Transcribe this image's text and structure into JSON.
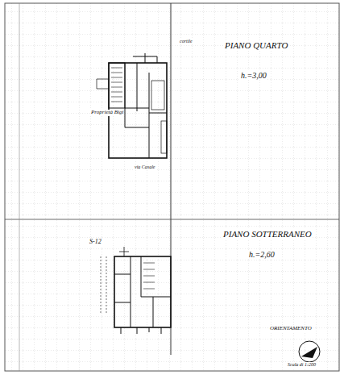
{
  "diagram": {
    "labels": [
      "PIANO QUARTO",
      "h.=3,00",
      "PIANO SOTTERRANEO",
      "h.=2,60",
      "ORIENTAMENTO",
      "Scala di 1:200",
      "cortile",
      "Proprietà Bigi",
      "via Casale",
      "S-12"
    ]
  }
}
